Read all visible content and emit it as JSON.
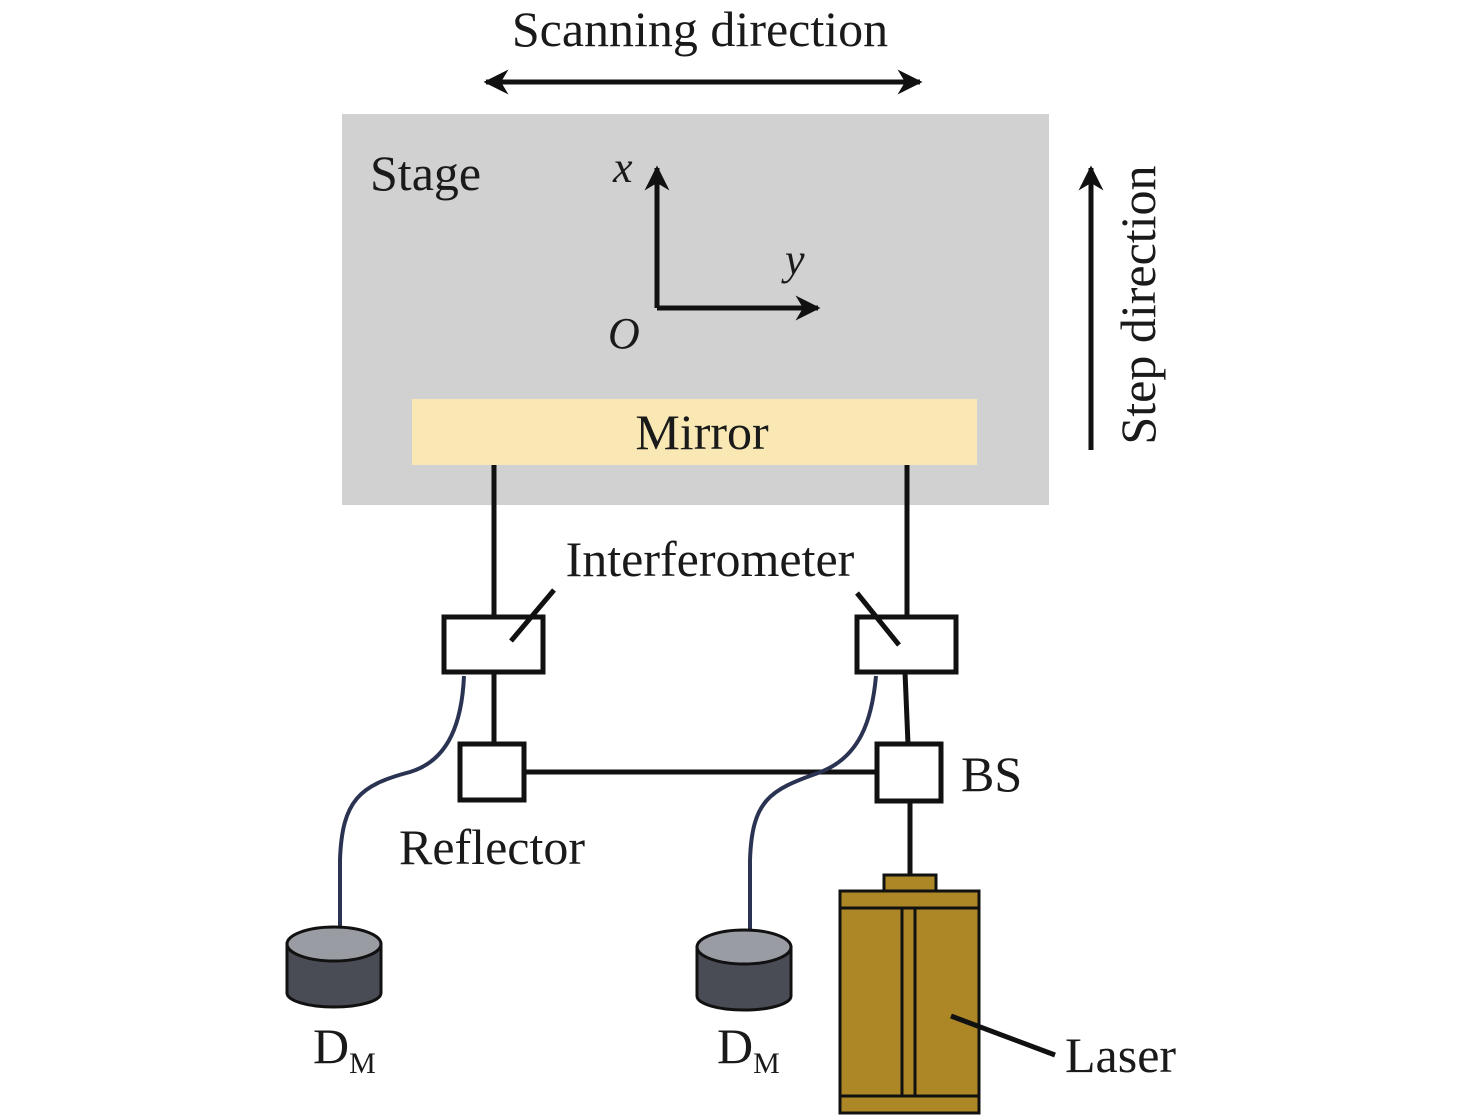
{
  "labels": {
    "scanning_direction": "Scanning direction",
    "step_direction": "Step direction",
    "stage": "Stage",
    "axis_x": "x",
    "axis_y": "y",
    "axis_origin": "O",
    "mirror": "Mirror",
    "interferometer": "Interferometer",
    "bs": "BS",
    "reflector": "Reflector",
    "detector_main": "D",
    "detector_sub": "M",
    "laser": "Laser"
  },
  "colors": {
    "stage_fill": "#d1d1d1",
    "mirror_fill": "#f9e8b4",
    "laser_fill": "#ad8726",
    "detector_top": "#9a9ca3",
    "detector_body": "#4a4c55",
    "fiber": "#2b3352"
  }
}
